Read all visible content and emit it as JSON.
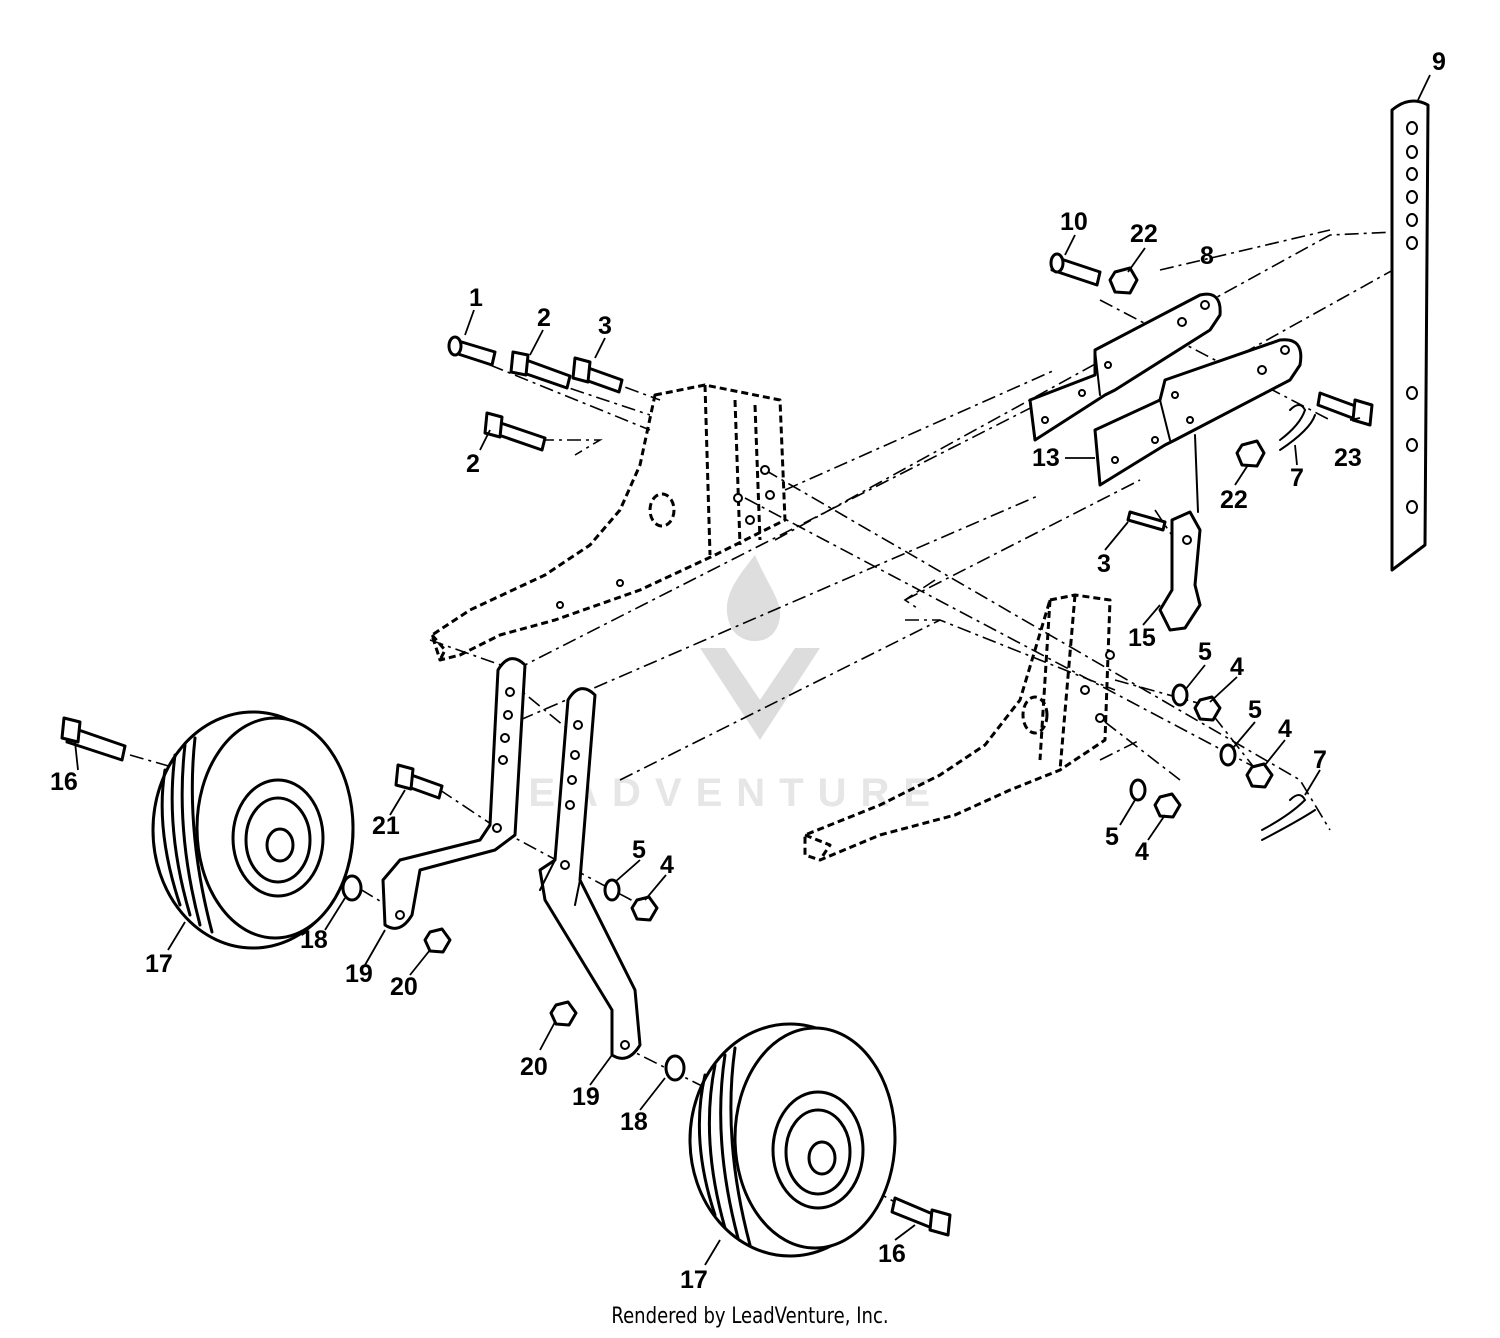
{
  "watermark": {
    "brand": "LEADVENTURE"
  },
  "footer": {
    "text": "Rendered by LeadVenture, Inc."
  },
  "callouts": {
    "c1": "1",
    "c2a": "2",
    "c2b": "2",
    "c3a": "3",
    "c3b": "3",
    "c4a": "4",
    "c4b": "4",
    "c4c": "4",
    "c4d": "4",
    "c5a": "5",
    "c5b": "5",
    "c5c": "5",
    "c5d": "5",
    "c7a": "7",
    "c7b": "7",
    "c8": "8",
    "c9": "9",
    "c10": "10",
    "c13": "13",
    "c15": "15",
    "c16a": "16",
    "c16b": "16",
    "c17a": "17",
    "c17b": "17",
    "c18a": "18",
    "c18b": "18",
    "c19a": "19",
    "c19b": "19",
    "c20a": "20",
    "c20b": "20",
    "c21": "21",
    "c22a": "22",
    "c22b": "22",
    "c23": "23"
  }
}
